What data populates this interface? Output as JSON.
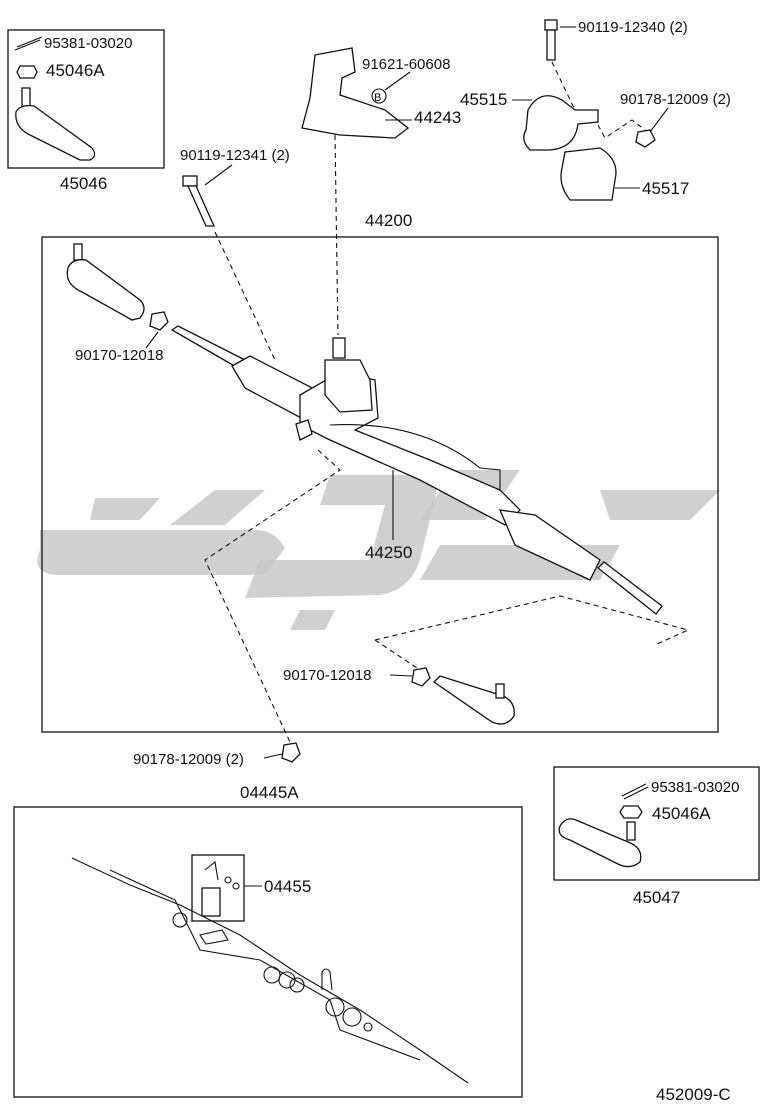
{
  "diagram": {
    "labels": {
      "p95381_a": "95381-03020",
      "p45046A_a": "45046A",
      "p45046": "45046",
      "p90119_12340": "90119-12340 (2)",
      "p91621": "91621-60608",
      "pB": "B",
      "p44243": "44243",
      "p45515": "45515",
      "p90178_top": "90178-12009 (2)",
      "p45517": "45517",
      "p90119_12341": "90119-12341 (2)",
      "p44200": "44200",
      "p90170_a": "90170-12018",
      "p44250": "44250",
      "p90170_b": "90170-12018",
      "p90178_bot": "90178-12009 (2)",
      "p95381_b": "95381-03020",
      "p45046A_b": "45046A",
      "p45047": "45047",
      "p04445A": "04445A",
      "p04455": "04455",
      "ref": "452009-C"
    },
    "colors": {
      "line": "#111111",
      "watermark": "#c8c8c8",
      "background": "#ffffff"
    }
  }
}
